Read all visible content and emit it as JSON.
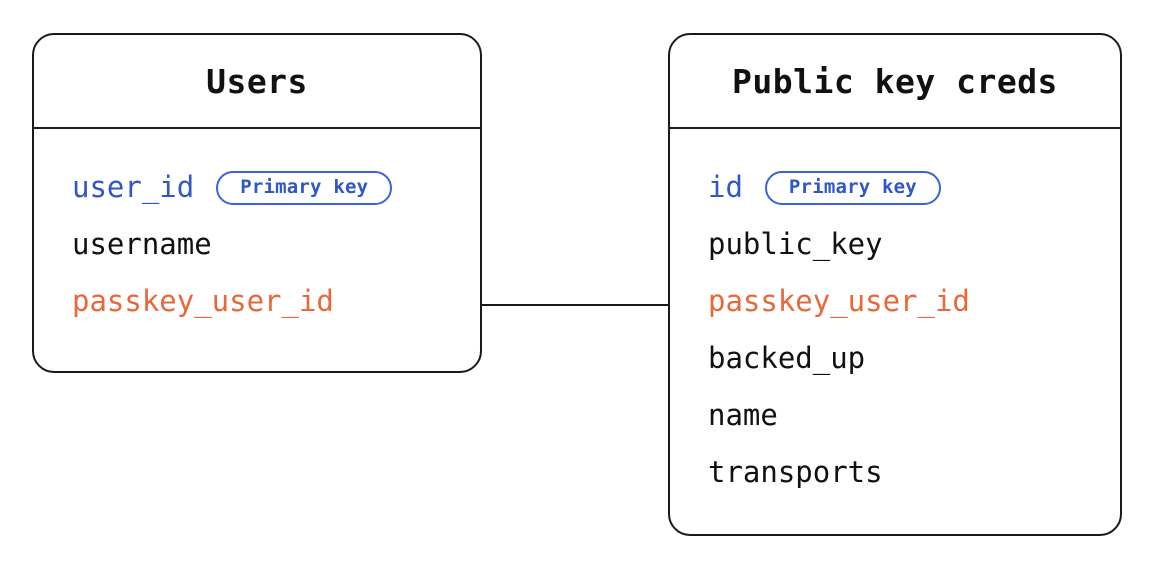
{
  "diagram": {
    "type": "entity-relationship-diagram",
    "background_color": "#ffffff",
    "colors": {
      "border": "#1a1a1a",
      "primary_key_text": "#3056c7",
      "primary_key_badge_border": "#3864d8",
      "foreign_key_text": "#e8683a",
      "plain_text": "#111111"
    },
    "entities": [
      {
        "name": "users-entity",
        "title": "Users",
        "fields": [
          {
            "label": "user_id",
            "role": "primary",
            "badge": "Primary key"
          },
          {
            "label": "username",
            "role": "plain",
            "badge": null
          },
          {
            "label": "passkey_user_id",
            "role": "foreign",
            "badge": null
          }
        ]
      },
      {
        "name": "public-key-creds-entity",
        "title": "Public key creds",
        "fields": [
          {
            "label": "id",
            "role": "primary",
            "badge": "Primary key"
          },
          {
            "label": "public_key",
            "role": "plain",
            "badge": null
          },
          {
            "label": "passkey_user_id",
            "role": "foreign",
            "badge": null
          },
          {
            "label": "backed_up",
            "role": "plain",
            "badge": null
          },
          {
            "label": "name",
            "role": "plain",
            "badge": null
          },
          {
            "label": "transports",
            "role": "plain",
            "badge": null
          }
        ]
      }
    ],
    "relationships": [
      {
        "name": "users-to-public-key-creds",
        "from_entity": "Users",
        "from_field": "passkey_user_id",
        "to_entity": "Public key creds",
        "to_field": "passkey_user_id"
      }
    ]
  }
}
